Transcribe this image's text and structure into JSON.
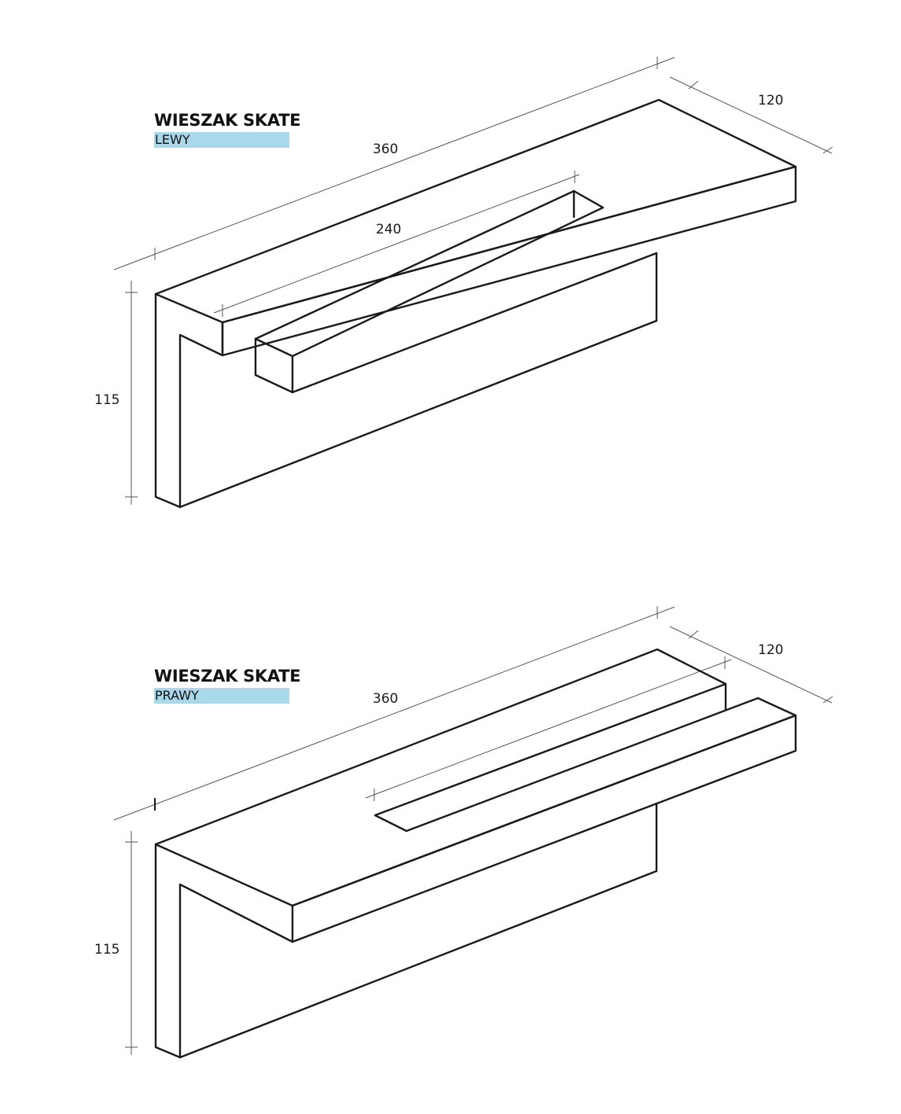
{
  "drawings": [
    {
      "title": "WIESZAK SKATE",
      "variant": "LEWY",
      "dimensions": {
        "length": "360",
        "depth": "120",
        "slot": "240",
        "height": "115"
      }
    },
    {
      "title": "WIESZAK SKATE",
      "variant": "PRAWY",
      "dimensions": {
        "length": "360",
        "depth": "120",
        "height": "115"
      }
    }
  ],
  "colors": {
    "label_bg": "#a8d8ea",
    "line": "#1a1a1a"
  }
}
